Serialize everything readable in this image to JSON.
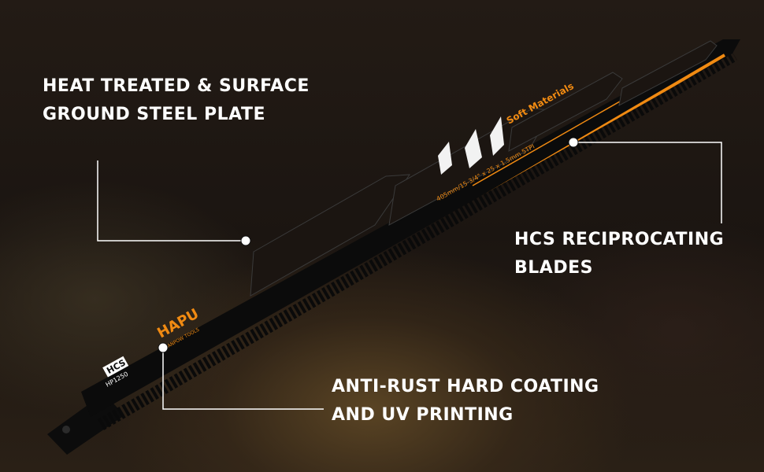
{
  "callouts": {
    "heat_treated": {
      "line1": "HEAT TREATED & SURFACE",
      "line2": "GROUND STEEL PLATE"
    },
    "hcs_blades": {
      "line1": "HCS RECIPROCATING",
      "line2": "BLADES"
    },
    "anti_rust": {
      "line1": "ANTI-RUST HARD COATING",
      "line2": "AND UV PRINTING"
    }
  },
  "blade": {
    "brand": "HAPU",
    "brand_sub": "HANPOW TOOLS",
    "material_label": "Soft Materials",
    "spec_text": "405mm/15-3/4\" x 25 x 1.5mm   5TPI",
    "code_badge": "HCS",
    "model": "HP1250"
  },
  "colors": {
    "accent_orange": "#f08a12",
    "blade_black": "#0b0b0b",
    "text_white": "#ffffff"
  }
}
